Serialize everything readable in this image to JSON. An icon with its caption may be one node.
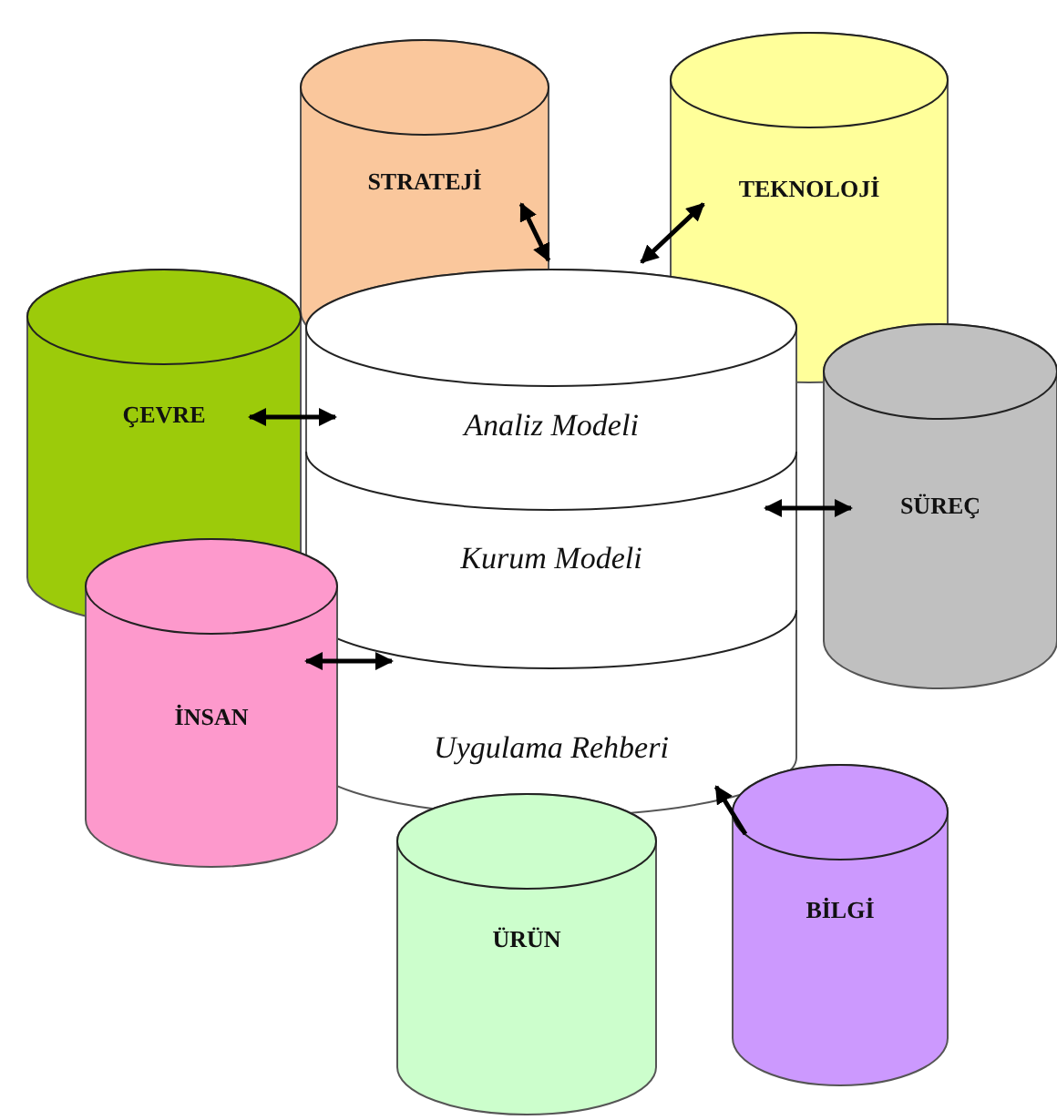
{
  "diagram": {
    "nodes": [
      {
        "text": [
          "STRATEJİ"
        ]
      },
      {
        "text": [
          "TEKNOLOJİ"
        ]
      },
      {
        "text": [
          "ÇEVRE"
        ]
      },
      {
        "text": [
          "Analiz Modeli",
          "Kurum Modeli",
          "Uygulama Rehberi"
        ]
      },
      {
        "text": [
          "SÜREÇ"
        ]
      },
      {
        "text": [
          "İNSAN"
        ]
      },
      {
        "text": [
          "ÜRÜN"
        ]
      },
      {
        "text": [
          "BİLGİ"
        ]
      }
    ],
    "edges": [
      {
        "from": 0,
        "to": 3,
        "arrow": "both"
      },
      {
        "from": 1,
        "to": 3,
        "arrow": "both"
      },
      {
        "from": 2,
        "to": 3,
        "arrow": "both"
      },
      {
        "from": 3,
        "to": 4,
        "arrow": "both"
      },
      {
        "from": 5,
        "to": 3,
        "arrow": "both"
      },
      {
        "from": 7,
        "to": 3,
        "arrow": "to"
      }
    ]
  }
}
